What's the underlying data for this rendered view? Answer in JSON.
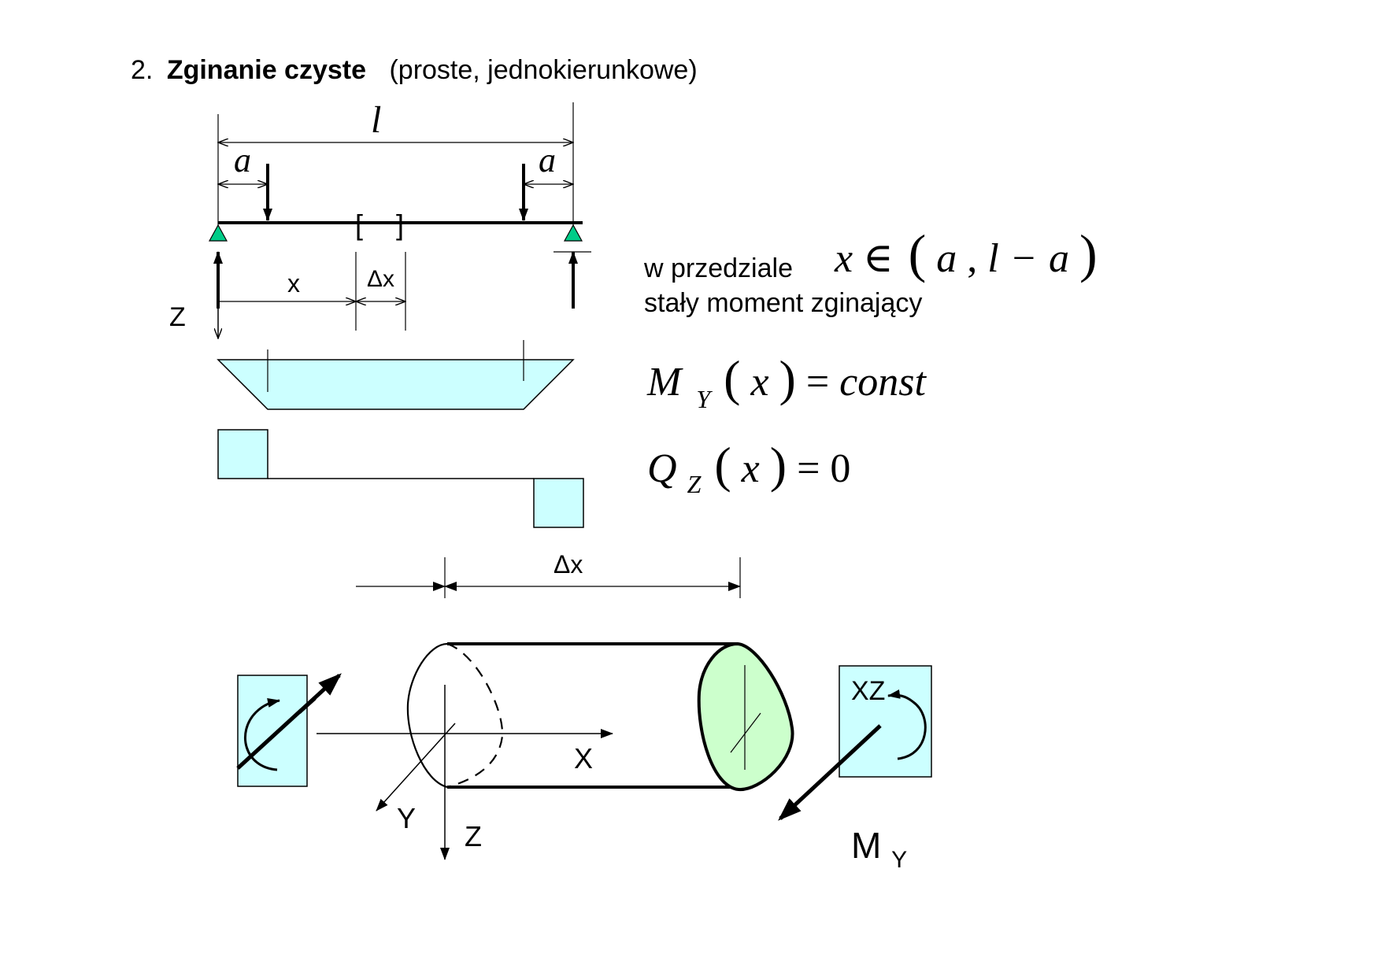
{
  "heading": {
    "number": "2.",
    "title": "Zginanie czyste",
    "subtitle": "(proste, jednokierunkowe)"
  },
  "beam": {
    "length_label": "l",
    "offset_left_label": "a",
    "offset_right_label": "a",
    "x_label": "x",
    "dx_label": "Δx",
    "z_label": "Z",
    "bracket_left": "[",
    "bracket_right": "]"
  },
  "interval_text": {
    "line1": "w przedziale",
    "line2": "stały moment zginający"
  },
  "formulas": {
    "interval": {
      "var": "x",
      "in": "∈",
      "lpar": "(",
      "a1": "a",
      "comma": ",",
      "l": "l",
      "minus": "−",
      "a2": "a",
      "rpar": ")"
    },
    "moment": {
      "M": "M",
      "sub": "Y",
      "lpar": "(",
      "x": "x",
      "rpar": ")",
      "eq": "=",
      "rhs": "const"
    },
    "shear": {
      "Q": "Q",
      "sub": "Z",
      "lpar": "(",
      "x": "x",
      "rpar": ")",
      "eq": "=",
      "rhs": "0"
    }
  },
  "element": {
    "dx_label": "Δx",
    "x_axis_label": "X",
    "y_axis_label": "Y",
    "z_axis_label": "Z",
    "plane_label": "XZ",
    "moment_label": "M",
    "moment_sub": "Y"
  },
  "colors": {
    "diagram_fill": "#ccffff",
    "section_fill": "#ccffcc",
    "support_fill": "#00cc88",
    "ink": "#000000"
  }
}
